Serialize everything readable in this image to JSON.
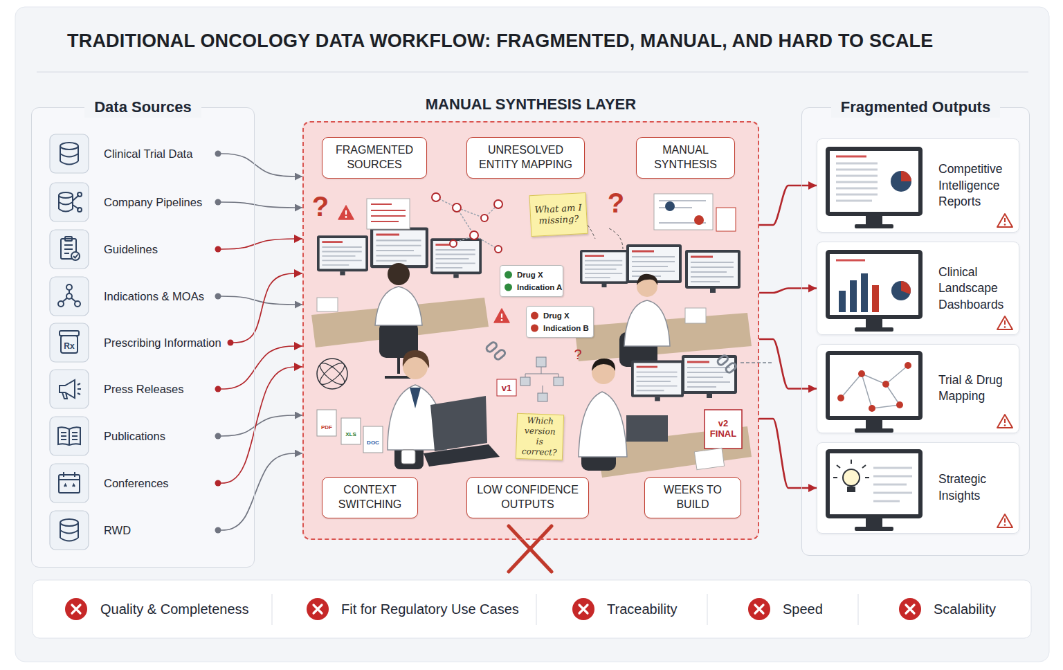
{
  "diagram": {
    "title": "TRADITIONAL ONCOLOGY DATA WORKFLOW: FRAGMENTED, MANUAL, AND HARD TO SCALE",
    "nodes": [
      {
        "text": [
          "Data Sources"
        ]
      },
      {
        "text": [
          "Clinical Trial Data"
        ],
        "in": 0
      },
      {
        "text": [
          "Company Pipelines"
        ],
        "in": 0
      },
      {
        "text": [
          "Guidelines"
        ],
        "in": 0
      },
      {
        "text": [
          "Indications & MOAs"
        ],
        "in": 0
      },
      {
        "text": [
          "Prescribing Information"
        ],
        "in": 0
      },
      {
        "text": [
          "Press Releases"
        ],
        "in": 0
      },
      {
        "text": [
          "Publications"
        ],
        "in": 0
      },
      {
        "text": [
          "Conferences"
        ],
        "in": 0
      },
      {
        "text": [
          "RWD"
        ],
        "in": 0
      },
      {
        "text": [
          "MANUAL SYNTHESIS LAYER"
        ]
      },
      {
        "text": [
          "FRAGMENTED SOURCES"
        ],
        "in": 10
      },
      {
        "text": [
          "UNRESOLVED ENTITY MAPPING"
        ],
        "in": 10
      },
      {
        "text": [
          "MANUAL SYNTHESIS"
        ],
        "in": 10
      },
      {
        "text": [
          "What am I missing?"
        ],
        "in": 10
      },
      {
        "text": [
          "Drug X",
          "Indication A"
        ],
        "in": 10
      },
      {
        "text": [
          "Drug X",
          "Indication B"
        ],
        "in": 10
      },
      {
        "text": [
          "Which version is correct?"
        ],
        "in": 10
      },
      {
        "text": [
          "CONTEXT SWITCHING"
        ],
        "in": 10
      },
      {
        "text": [
          "LOW CONFIDENCE OUTPUTS"
        ],
        "in": 10
      },
      {
        "text": [
          "WEEKS TO BUILD"
        ],
        "in": 10
      },
      {
        "text": [
          "Fragmented Outputs"
        ]
      },
      {
        "text": [
          "Competitive Intelligence Reports"
        ],
        "in": 21
      },
      {
        "text": [
          "Clinical Landscape Dashboards"
        ],
        "in": 21
      },
      {
        "text": [
          "Trial & Drug Mapping"
        ],
        "in": 21
      },
      {
        "text": [
          "Strategic Insights"
        ],
        "in": 21
      }
    ],
    "edges": [
      {
        "from": 1,
        "to": 10,
        "arrow": "to"
      },
      {
        "from": 2,
        "to": 10,
        "arrow": "to"
      },
      {
        "from": 3,
        "to": 10,
        "arrow": "to"
      },
      {
        "from": 4,
        "to": 10,
        "arrow": "to"
      },
      {
        "from": 5,
        "to": 10,
        "arrow": "to"
      },
      {
        "from": 6,
        "to": 10,
        "arrow": "to"
      },
      {
        "from": 7,
        "to": 10,
        "arrow": "to"
      },
      {
        "from": 8,
        "to": 10,
        "arrow": "to"
      },
      {
        "from": 9,
        "to": 10,
        "arrow": "to"
      },
      {
        "from": 10,
        "to": 22,
        "arrow": "to"
      },
      {
        "from": 10,
        "to": 23,
        "arrow": "to"
      },
      {
        "from": 10,
        "to": 24,
        "arrow": "to"
      },
      {
        "from": 10,
        "to": 25,
        "arrow": "to"
      }
    ],
    "labels": [
      "?",
      "?",
      "?",
      "Rx",
      "PDF",
      "XLS",
      "DOC",
      "v1",
      "v2 FINAL",
      "Quality & Completeness",
      "Fit for Regulatory Use Cases",
      "Traceability",
      "Speed",
      "Scalability"
    ]
  }
}
